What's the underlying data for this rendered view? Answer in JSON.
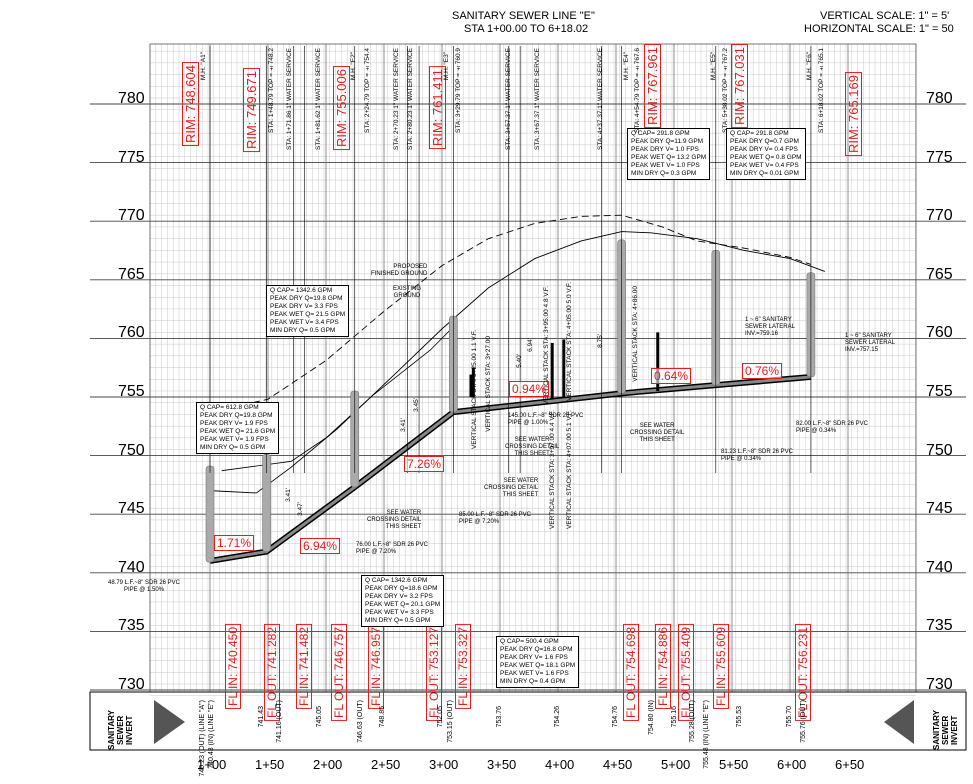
{
  "header": {
    "title": "SANITARY SEWER LINE \"E\"",
    "subtitle": "STA 1+00.00 TO 6+18.02",
    "vscale": "VERTICAL SCALE: 1\" = 5'",
    "hscale": "HORIZONTAL SCALE:  1\" = 50"
  },
  "elevations": [
    "780",
    "775",
    "770",
    "765",
    "760",
    "755",
    "750",
    "745",
    "740",
    "735",
    "730"
  ],
  "stations": [
    "1+00",
    "1+50",
    "2+00",
    "2+50",
    "3+00",
    "3+50",
    "4+00",
    "4+50",
    "5+00",
    "5+50",
    "6+00",
    "6+50"
  ],
  "side_label": "SANITARY SEWER INVERT",
  "rim_labels": [
    "RIM: 748.604",
    "RIM: 749.671",
    "RIM: 755.006",
    "RIM: 761.411",
    "RIM: 767.961",
    "RIM: 767.031",
    "RIM: 765.169"
  ],
  "slope_labels": [
    "1.71%",
    "6.94%",
    "7.26%",
    "0.94%",
    "0.64%",
    "0.76%"
  ],
  "fl_labels": [
    "FL IN: 740.450",
    "FL OUT: 741.282",
    "FL IN: 741.482",
    "FL OUT: 746.757",
    "FL IN: 746.957",
    "FL OUT: 753.127",
    "FL IN: 753.327",
    "FL OUT: 754.698",
    "FL IN: 754.886",
    "FL OUT: 755.409",
    "FL IN: 755.609",
    "FL OUT: 756.231"
  ],
  "flow_boxes": [
    [
      "Q CAP= 612.8 GPM",
      "PEAK DRY Q=19.8 GPM",
      "PEAK DRY V= 1.9 FPS",
      "PEAK WET Q= 21.6 GPM",
      "PEAK WET V= 1.9 FPS",
      "MIN DRY Q= 0.5 GPM"
    ],
    [
      "Q CAP= 1342.6 GPM",
      "PEAK DRY Q=19.8 GPM",
      "PEAK DRY V= 3.3 FPS",
      "PEAK WET Q= 21.5 GPM",
      "PEAK WET V= 3.4 FPS",
      "MIN DRY Q= 0.5 GPM"
    ],
    [
      "Q CAP= 1342.6 GPM",
      "PEAK DRY Q=18.6 GPM",
      "PEAK DRY V= 3.2 FPS",
      "PEAK WET Q= 20.1 GPM",
      "PEAK WET V= 3.3 FPS",
      "MIN DRY Q= 0.5 GPM"
    ],
    [
      "Q CAP= 500.4 GPM",
      "PEAK DRY Q=16.8 GPM",
      "PEAK DRY V= 1.6 FPS",
      "PEAK WET Q= 18.1 GPM",
      "PEAK WET V= 1.6 FPS",
      "MIN DRY Q= 0.4 GPM"
    ],
    [
      "Q CAP= 291.8 GPM",
      "PEAK DRY Q=11.9 GPM",
      "PEAK DRY V= 1.0 FPS",
      "PEAK WET Q= 13.2 GPM",
      "PEAK WET V= 1.0 FPS",
      "MIN DRY Q= 0.3 GPM"
    ],
    [
      "Q CAP= 291.8 GPM",
      "PEAK DRY Q=0.7 GPM",
      "PEAK DRY V= 0.4 FPS",
      "PEAK WET Q= 0.8 GPM",
      "PEAK WET V= 0.4 FPS",
      "MIN DRY Q= 0.01 GPM"
    ]
  ],
  "pipe_notes": [
    [
      "48.79 L.F.~8\" SDR 26 PVC",
      "PIPE @ 1.50%"
    ],
    [
      "76.00 L.F.~8\" SDR 26 PVC",
      "PIPE @ 7.20%"
    ],
    [
      "85.00 L.F.~8\" SDR 26 PVC",
      "PIPE @ 7.20%"
    ],
    [
      "145.00 L.F.~8\" SDR 26 PVC",
      "PIPE @ 1.00%"
    ],
    [
      "81.23 L.F.~8\" SDR 26 PVC",
      "PIPE @ 0.34%"
    ],
    [
      "82.00 L.F.~8\" SDR 26 PVC",
      "PIPE @ 0.34%"
    ]
  ],
  "crossing_note": [
    "SEE WATER",
    "CROSSING DETAIL",
    "THIS SHEET"
  ],
  "ground_notes": {
    "proposed": [
      "PROPOSED",
      "FINISHED GROUND"
    ],
    "existing": [
      "EXISTING",
      "GROUND"
    ]
  },
  "lateral_notes": [
    [
      "1 ~ 6\" SANITARY",
      "SEWER LATERAL",
      "INV.=759.16"
    ],
    [
      "1 ~ 6\" SANITARY",
      "SEWER LATERAL",
      "INV.=757.15"
    ]
  ],
  "services": [
    "STA: 1+48.79  TOP = ±748.2",
    "STA: 1+71.86  1\" WATER SERVICE",
    "STA: 1+81.62  1\" WATER SERVICE",
    "STA: 2+24.79  TOP = ±754.4",
    "STA: 2+70.23  1\" WATER SERVICE",
    "STA: 2+80.23  1\" WATER SERVICE",
    "STA: 3+29.79  TOP = ±760.9",
    "STA: 3+57.37  1\" WATER SERVICE",
    "STA: 3+67.37  1\" WATER SERVICE",
    "STA: 4+37.37  1\" WATER SERVICE",
    "STA: 4+54.79  TOP = ±767.6",
    "STA: 5+38.02  TOP = ±767.2",
    "STA: 6+18.02  TOP = ±765.1"
  ],
  "stacks": [
    "VERTICAL STACK  STA: 3+25.00  1.1 V.F.",
    "VERTICAL STACK  STA: 3+27.00",
    "VERTICAL STACK  STA: 3+95.00  4.8 V.F.",
    "VERTICAL STACK  STA: 4+05.00  5.0 V.F.",
    "VERTICAL STACK  STA: 4+86.00",
    "VERTICAL STACK  STA: 3+97.00  4.4 V.F.",
    "VERTICAL STACK  STA: 4+07.00  5.1 V.F."
  ],
  "depths": [
    "3.41'",
    "3.47'",
    "3.41'",
    "3.45'",
    "5.40'",
    "6.94'",
    "8.75'"
  ],
  "invert_values": [
    "740.23 (OUT) (LINE \"A\")",
    "740.43 (IN) (LINE \"E\")",
    "741.43",
    "741.16 (OUT)",
    "745.05",
    "746.63 (OUT)",
    "748.85",
    "752.05",
    "753.15 (OUT)",
    "753.76",
    "754.26",
    "754.76",
    "754.80 (IN)",
    "755.16",
    "755.28 (OUT)",
    "755.48 (IN) (LINE \"E\")",
    "755.53",
    "755.70",
    "755.76 (OUT)"
  ],
  "manholes": [
    "M.H. \"A1\"",
    "M.H. \"E1\"",
    "M.H. \"E2\"",
    "M.H. \"E3\"",
    "M.H. \"E4\"",
    "M.H. \"E5\"",
    "M.H. \"E6\""
  ]
}
